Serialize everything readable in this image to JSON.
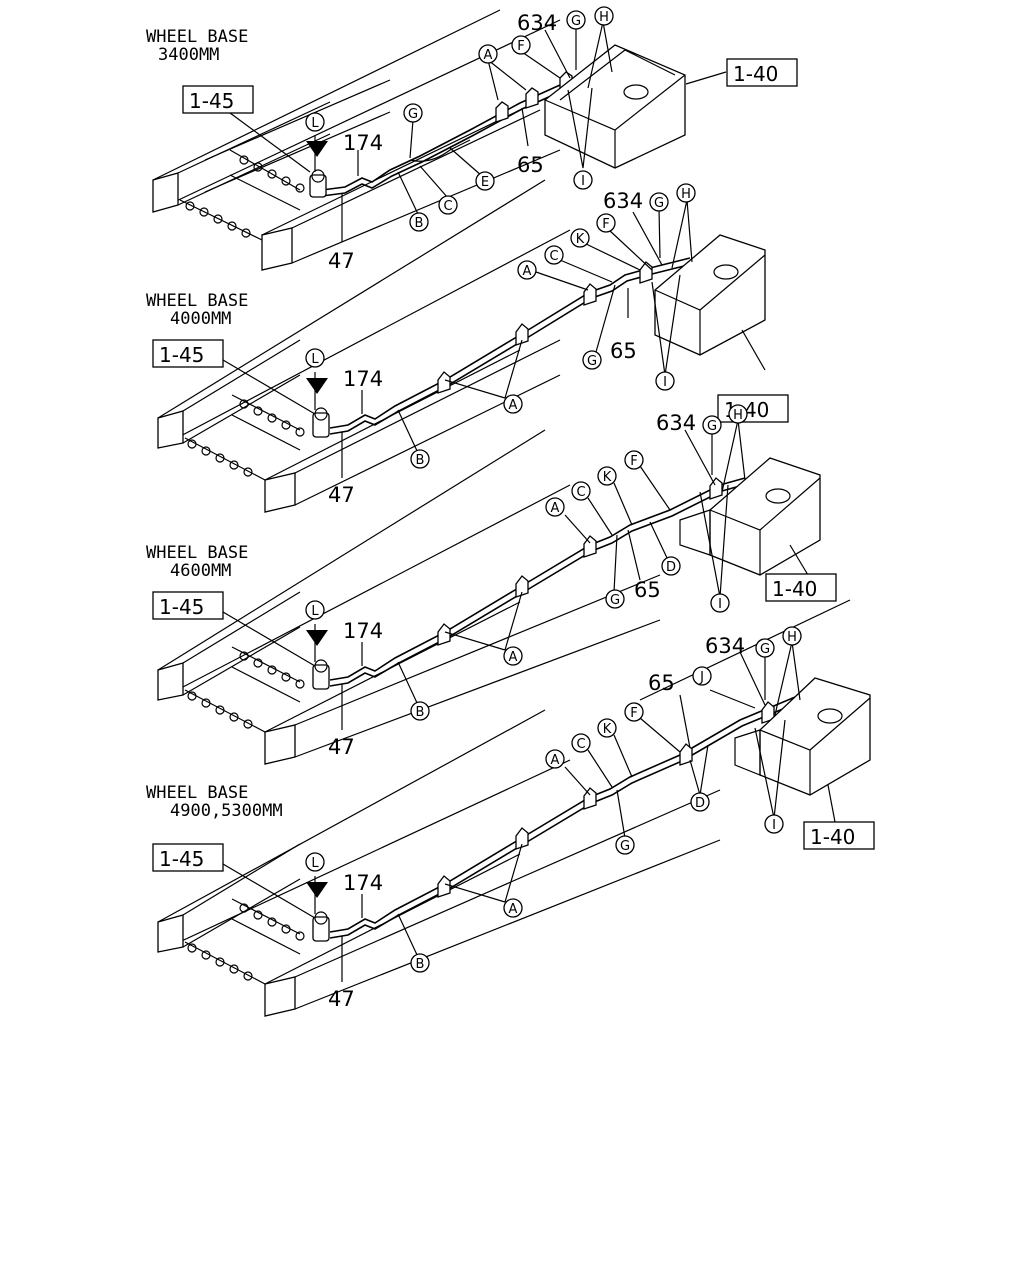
{
  "sections": [
    {
      "heading": [
        "WHEEL BASE",
        "3400MM"
      ],
      "refs": {
        "tank": "1-40",
        "filter": "1-45"
      },
      "parts": {
        "p634": "634",
        "p65": "65",
        "p174": "174",
        "p47": "47"
      },
      "callouts": [
        "A",
        "B",
        "C",
        "E",
        "F",
        "G",
        "G",
        "H",
        "I",
        "L"
      ]
    },
    {
      "heading": [
        "WHEEL BASE",
        "4000MM"
      ],
      "refs": {
        "tank": "1-40",
        "filter": "1-45"
      },
      "parts": {
        "p634": "634",
        "p65": "65",
        "p174": "174",
        "p47": "47"
      },
      "callouts": [
        "A",
        "A",
        "B",
        "C",
        "F",
        "G",
        "G",
        "H",
        "I",
        "K",
        "L"
      ]
    },
    {
      "heading": [
        "WHEEL BASE",
        "4600MM"
      ],
      "refs": {
        "tank": "1-40",
        "filter": "1-45"
      },
      "parts": {
        "p634": "634",
        "p65": "65",
        "p174": "174",
        "p47": "47"
      },
      "callouts": [
        "A",
        "A",
        "B",
        "C",
        "D",
        "F",
        "G",
        "G",
        "H",
        "I",
        "K",
        "L"
      ]
    },
    {
      "heading": [
        "WHEEL BASE",
        "4900,5300MM"
      ],
      "refs": {
        "tank": "1-40",
        "filter": "1-45"
      },
      "parts": {
        "p634": "634",
        "p65": "65",
        "p174": "174",
        "p47": "47"
      },
      "callouts": [
        "A",
        "A",
        "B",
        "C",
        "D",
        "F",
        "G",
        "G",
        "H",
        "I",
        "J",
        "K",
        "L"
      ]
    }
  ]
}
